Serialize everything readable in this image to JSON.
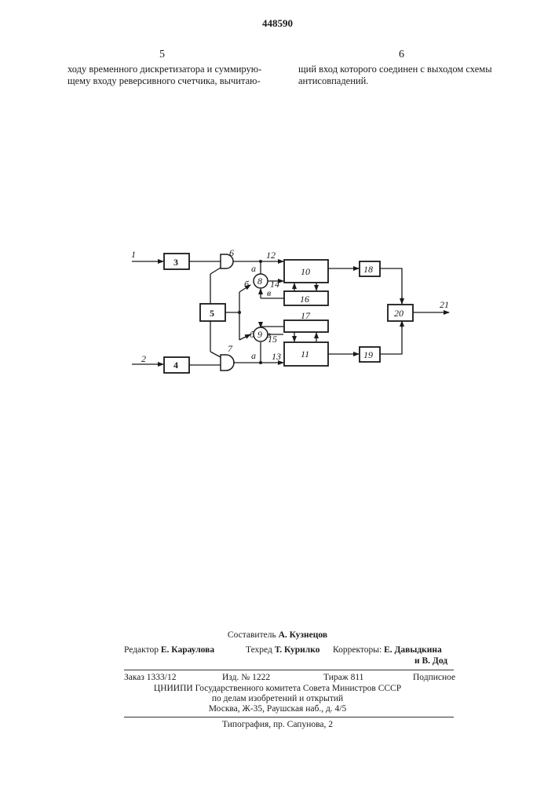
{
  "header": {
    "patent_number": "448590",
    "left_column_number": "5",
    "right_column_number": "6",
    "left_column_lines": [
      "ходу временного дискретизатора и суммирую-",
      "щему входу реверсивного счетчика, вычитаю-"
    ],
    "right_column_lines": [
      "щий вход которого соединен с выходом схемы",
      "антисовпадений."
    ]
  },
  "diagram": {
    "inputs": [
      "1",
      "2"
    ],
    "output": "21",
    "blocks": [
      "3",
      "4",
      "5",
      "10",
      "16",
      "17",
      "11",
      "18",
      "19",
      "20"
    ],
    "gates": [
      "6",
      "7"
    ],
    "circles": [
      "8",
      "9"
    ],
    "line_labels": [
      "12",
      "13",
      "14",
      "15"
    ],
    "port_labels": [
      "а",
      "б",
      "в"
    ]
  },
  "footer": {
    "compiler_label": "Составитель",
    "compiler": "А. Кузнецов",
    "editor_label": "Редактор",
    "editor": "Е. Караулова",
    "techred_label": "Техред",
    "techred": "Т. Курилко",
    "correctors_label": "Корректоры:",
    "corrector1": "Е. Давыдкина",
    "corrector2": "и В. Дод",
    "order": "Заказ 1333/12",
    "edition": "Изд. № 1222",
    "circulation": "Тираж 811",
    "subscription": "Подписное",
    "org_line1": "ЦНИИПИ Государственного комитета Совета Министров СССР",
    "org_line2": "по делам изобретений и открытий",
    "address": "Москва, Ж-35, Раушская наб., д. 4/5",
    "printing": "Типография, пр. Сапунова, 2"
  }
}
